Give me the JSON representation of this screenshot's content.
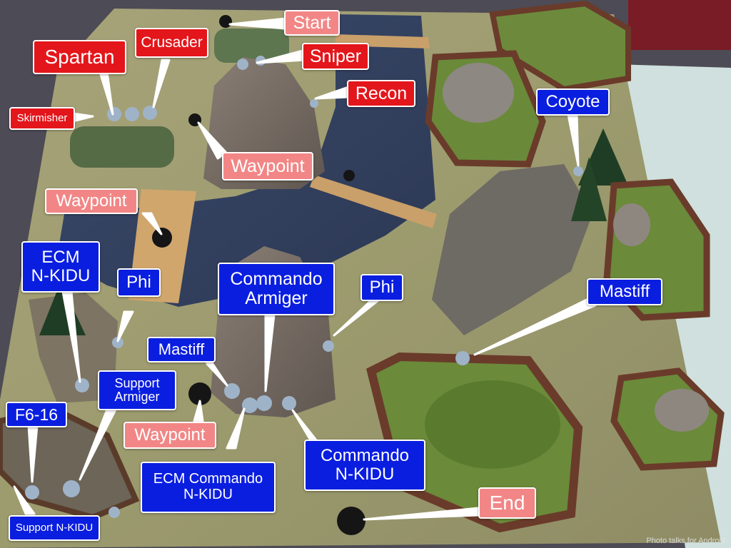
{
  "labels": {
    "start": "Start",
    "crusader": "Crusader",
    "spartan": "Spartan",
    "sniper": "Sniper",
    "recon": "Recon",
    "skirmisher": "Skirmisher",
    "waypoint_top": "Waypoint",
    "coyote": "Coyote",
    "waypoint_left": "Waypoint",
    "ecm_nkidu_left": "ECM\nN-KIDU",
    "phi_left": "Phi",
    "commando_armiger": "Commando\nArmiger",
    "phi_right": "Phi",
    "mastiff_right": "Mastiff",
    "mastiff_left": "Mastiff",
    "support_armiger": "Support\nArmiger",
    "f6_16": "F6-16",
    "waypoint_bottom": "Waypoint",
    "commando_nkidu": "Commando\nN-KIDU",
    "ecm_commando_nkidu": "ECM Commando\nN-KIDU",
    "end": "End",
    "support_nkidu": "Support N-KIDU"
  },
  "watermark": "Photo talks for Android",
  "colors": {
    "red_label": "#e3161b",
    "blue_label": "#0a1ee0",
    "pink_label": "#f28686",
    "label_border": "#ffffff"
  }
}
